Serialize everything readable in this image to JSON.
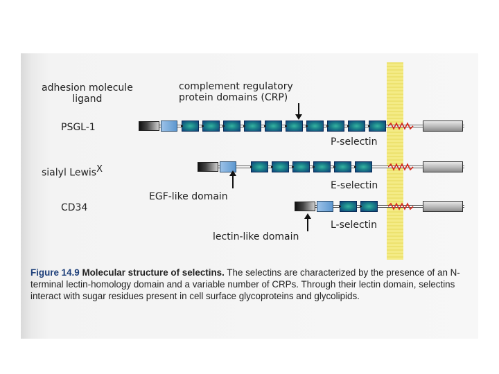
{
  "labels": {
    "adhesion_header": "adhesion molecule\nligand",
    "crp_header": "complement regulatory\nprotein domains (CRP)",
    "ligands": [
      "PSGL-1",
      "sialyl Lewis",
      "CD34"
    ],
    "sialyl_superscript": "X",
    "proteins": [
      "P-selectin",
      "E-selectin",
      "L-selectin"
    ],
    "egf_label": "EGF-like domain",
    "lectin_label": "lectin-like domain"
  },
  "caption": {
    "figure_number": "Figure 14.9",
    "title": "Molecular structure of selectins.",
    "text": "The selectins are characterized by the presence of an N-terminal lectin-homology domain and a variable number of CRPs. Through their lectin domain, selectins interact with sugar residues present in cell surface glycoproteins and glycolipids."
  },
  "colors": {
    "lectin": "#111111",
    "egf": "#6aa3d8",
    "crp": "#1a7f88",
    "membrane": "#f2e66e",
    "cytoplasmic": "#bdbdbd",
    "figure_label": "#1d3f7a"
  }
}
